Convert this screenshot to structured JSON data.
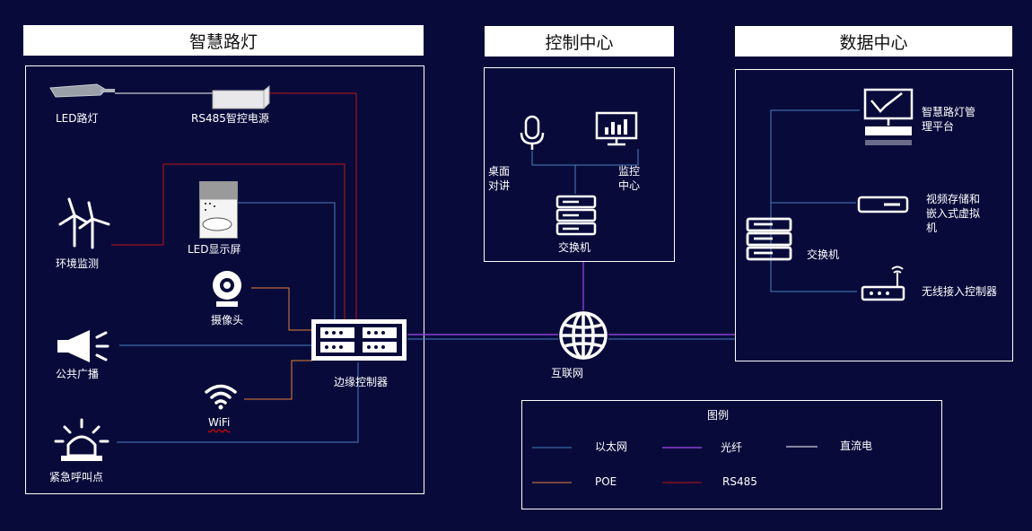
{
  "sections": {
    "smart_lighting": "智慧路灯",
    "control_center": "控制中心",
    "data_center": "数据中心"
  },
  "devices": {
    "led_lamp": "LED路灯",
    "rs485_power": "RS485智控电源",
    "env_monitor": "环境监测",
    "led_display": "LED显示屏",
    "camera": "摄像头",
    "public_broadcast": "公共广播",
    "wifi": "WiFi",
    "emergency_call": "紧急呼叫点",
    "edge_controller": "边缘控制器",
    "internet": "互联网",
    "desk_intercom": "桌面对讲",
    "monitor_center": "监控中心",
    "cc_switch": "交换机",
    "platform": "智慧路灯管理平台",
    "video_storage": "视频存储和嵌入式虚拟机",
    "dc_switch": "交换机",
    "wireless_ctrl": "无线接入控制器"
  },
  "legend": {
    "title": "图例",
    "items": [
      {
        "label": "以太网",
        "color": "#4a7fc0"
      },
      {
        "label": "光纤",
        "color": "#8a3fd0"
      },
      {
        "label": "直流电",
        "color": "#ffffff"
      },
      {
        "label": "POE",
        "color": "#e0823a"
      },
      {
        "label": "RS485",
        "color": "#c0101a"
      }
    ]
  },
  "colors": {
    "ethernet": "#4a7fc0",
    "fiber": "#8a3fd0",
    "dc": "#ffffff",
    "poe": "#e0823a",
    "rs485": "#c0101a",
    "background": "#080b3a"
  }
}
